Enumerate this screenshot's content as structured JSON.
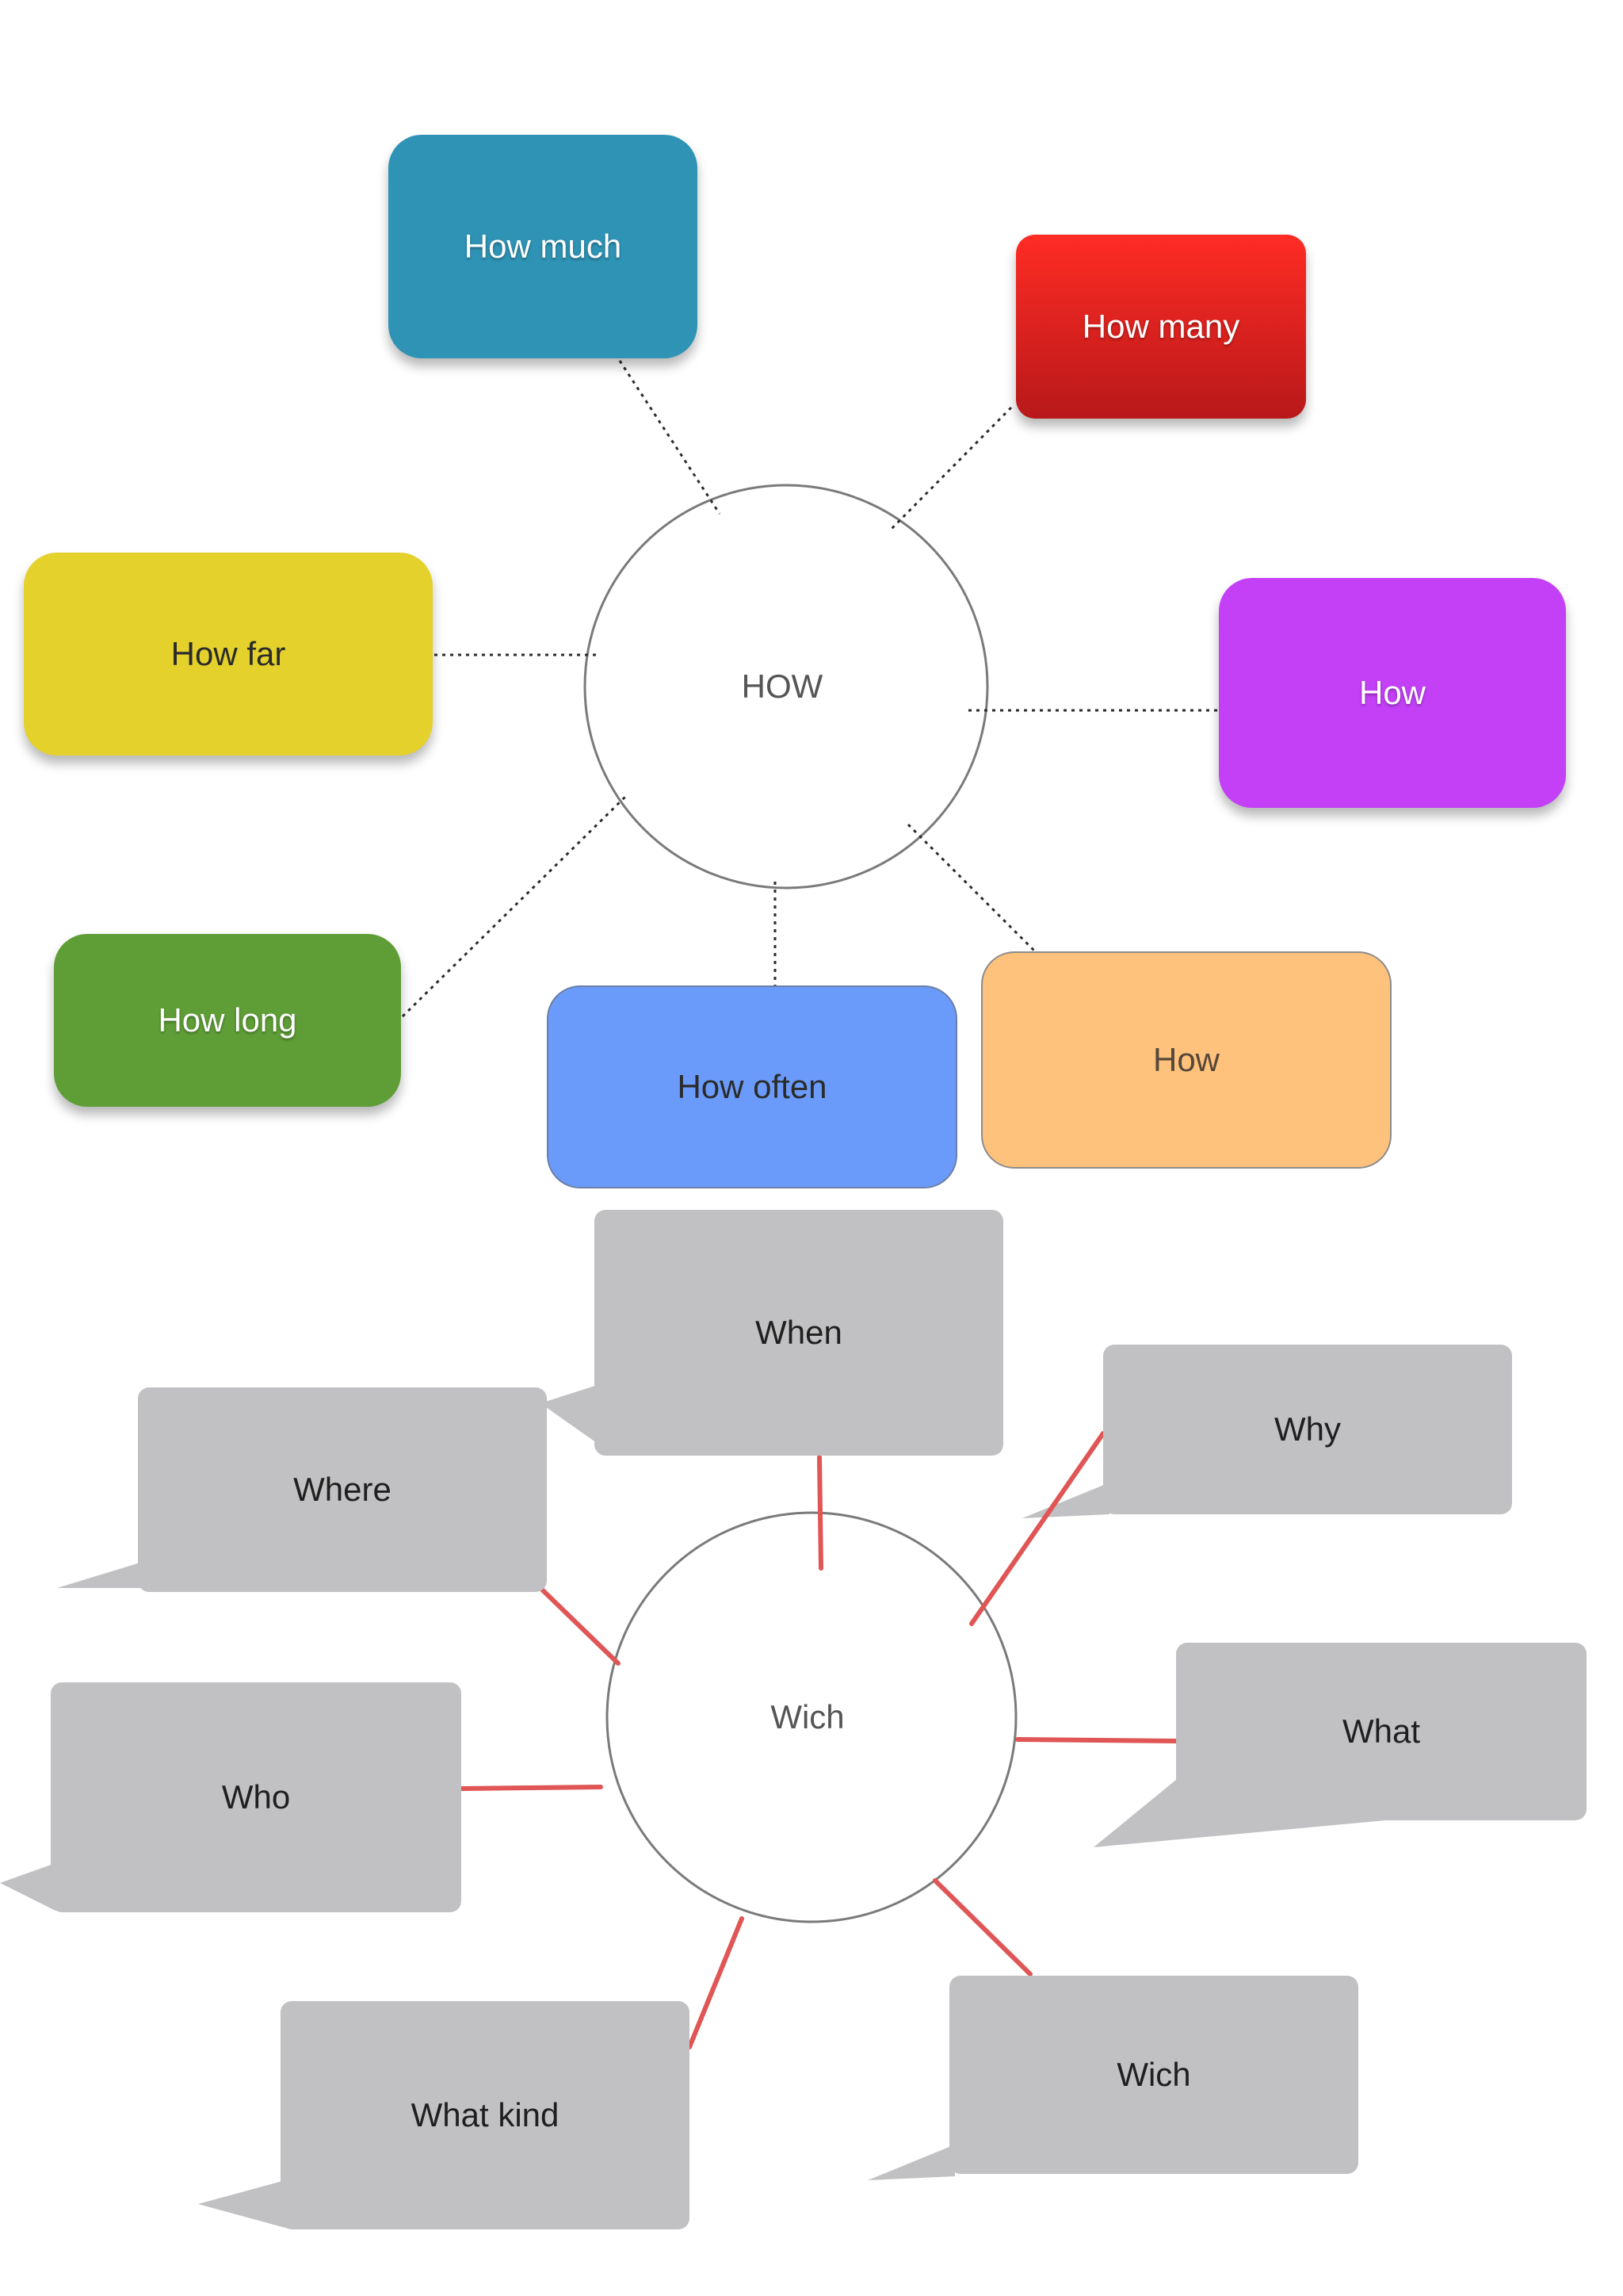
{
  "how_diagram": {
    "center_label": "HOW",
    "nodes": [
      {
        "label": "How much",
        "color": "#2f93b5"
      },
      {
        "label": "How many",
        "color": "#e6261f"
      },
      {
        "label": "How far",
        "color": "#e4d12c"
      },
      {
        "label": "How",
        "color": "#c340f7"
      },
      {
        "label": "How long",
        "color": "#5f9e37"
      },
      {
        "label": "How often",
        "color": "#6b9bfa"
      },
      {
        "label": "How",
        "color": "#ffc27c"
      }
    ],
    "connector_style": "dotted"
  },
  "wich_diagram": {
    "center_label": "Wich",
    "bubbles": [
      {
        "label": "When"
      },
      {
        "label": "Where"
      },
      {
        "label": "Why"
      },
      {
        "label": "Who"
      },
      {
        "label": "What"
      },
      {
        "label": "What kind"
      },
      {
        "label": "Wich"
      }
    ],
    "bubble_color": "#c1c0c2",
    "connector_color": "#e05555"
  }
}
